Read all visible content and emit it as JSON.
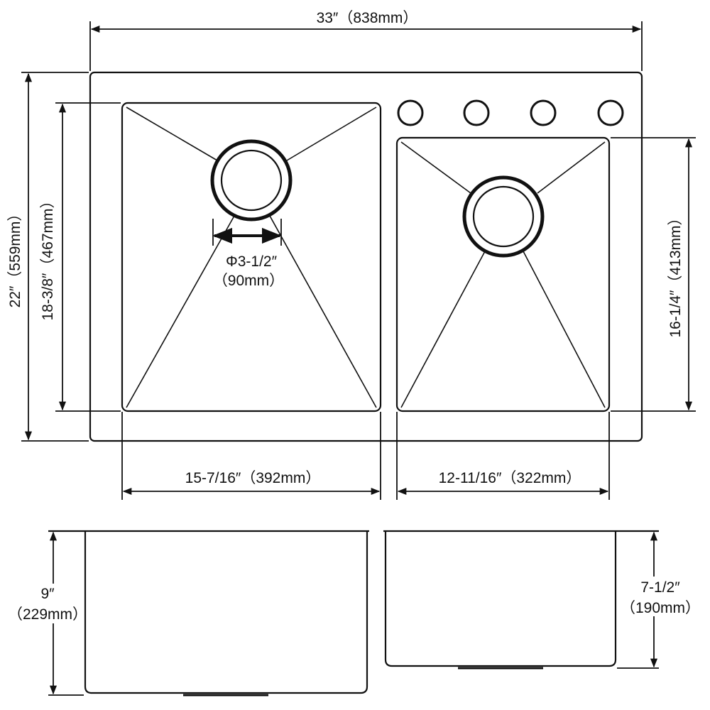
{
  "dimensions": {
    "overall_width": "33″（838mm）",
    "overall_depth": "22″（559mm）",
    "left_bowl_depth": "18-3/8″（467mm）",
    "right_bowl_depth": "16-1/4″（413mm）",
    "left_bowl_width": "15-7/16″（392mm）",
    "right_bowl_width": "12-11/16″（322mm）",
    "drain_diameter_in": "Φ3-1/2″",
    "drain_diameter_mm": "（90mm）",
    "left_height_in": "9″",
    "left_height_mm": "（229mm）",
    "right_height_in": "7-1/2″",
    "right_height_mm": "（190mm）"
  },
  "faucet_holes": 4
}
